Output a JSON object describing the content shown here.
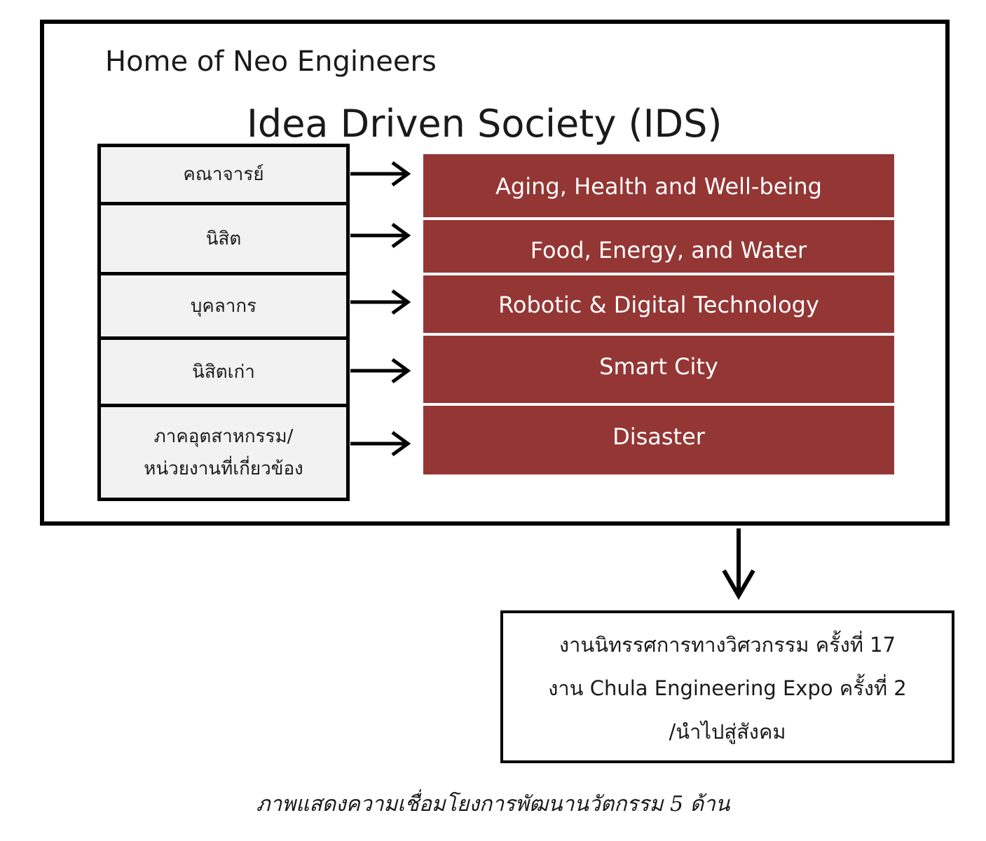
{
  "header": {
    "home_title": "Home of Neo Engineers",
    "ids_title": "Idea Driven Society (IDS)"
  },
  "stakeholders": [
    {
      "lines": [
        "คณาจารย์"
      ]
    },
    {
      "lines": [
        "นิสิต"
      ]
    },
    {
      "lines": [
        "บุคลากร"
      ]
    },
    {
      "lines": [
        "นิสิตเก่า"
      ]
    },
    {
      "lines": [
        "ภาคอุตสาหกรรม/",
        "หน่วยงานที่เกี่ยวข้อง"
      ]
    }
  ],
  "themes": [
    "Aging, Health and Well-being",
    "Food, Energy, and Water",
    "Robotic & Digital Technology",
    "Smart City",
    "Disaster"
  ],
  "output": {
    "lines": [
      "งานนิทรรศการทางวิศวกรรม ครั้งที่ 17",
      "งาน Chula Engineering Expo ครั้งที่ 2",
      "/นำไปสู่สังคม"
    ]
  },
  "caption": "ภาพแสดงความเชื่อมโยงการพัฒนานวัตกรรม 5 ด้าน",
  "colors": {
    "theme_fill": "#943634",
    "stakeholder_fill": "#f2f2f2",
    "border": "#000000"
  }
}
